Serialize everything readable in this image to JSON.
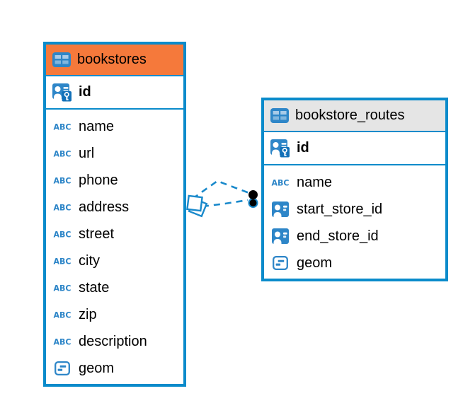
{
  "diagram": {
    "tables": [
      {
        "name": "bookstores",
        "header_color": "#F5793B",
        "key_fields": [
          {
            "name": "id",
            "icon": "pk"
          }
        ],
        "fields": [
          {
            "name": "name",
            "icon": "text"
          },
          {
            "name": "url",
            "icon": "text"
          },
          {
            "name": "phone",
            "icon": "text"
          },
          {
            "name": "address",
            "icon": "text"
          },
          {
            "name": "street",
            "icon": "text"
          },
          {
            "name": "city",
            "icon": "text"
          },
          {
            "name": "state",
            "icon": "text"
          },
          {
            "name": "zip",
            "icon": "text"
          },
          {
            "name": "description",
            "icon": "text"
          },
          {
            "name": "geom",
            "icon": "geometry"
          }
        ]
      },
      {
        "name": "bookstore_routes",
        "header_color": "#E5E5E5",
        "key_fields": [
          {
            "name": "id",
            "icon": "pk"
          }
        ],
        "fields": [
          {
            "name": "name",
            "icon": "text"
          },
          {
            "name": "start_store_id",
            "icon": "fk"
          },
          {
            "name": "end_store_id",
            "icon": "fk"
          },
          {
            "name": "geom",
            "icon": "geometry"
          }
        ]
      }
    ],
    "relationships": [
      {
        "from": "bookstores",
        "to": "bookstore_routes",
        "style": "dashed"
      },
      {
        "from": "bookstores",
        "to": "bookstore_routes",
        "style": "dashed"
      }
    ],
    "icons": {
      "text_type_glyph": "ABC"
    },
    "colors": {
      "accent_blue": "#0A8BCB",
      "icon_blue": "#2E86C8",
      "connector_blue": "#1989CB",
      "orange_header": "#F5793B",
      "gray_header": "#E5E5E5",
      "text": "#000000",
      "background": "#FFFFFF"
    }
  }
}
